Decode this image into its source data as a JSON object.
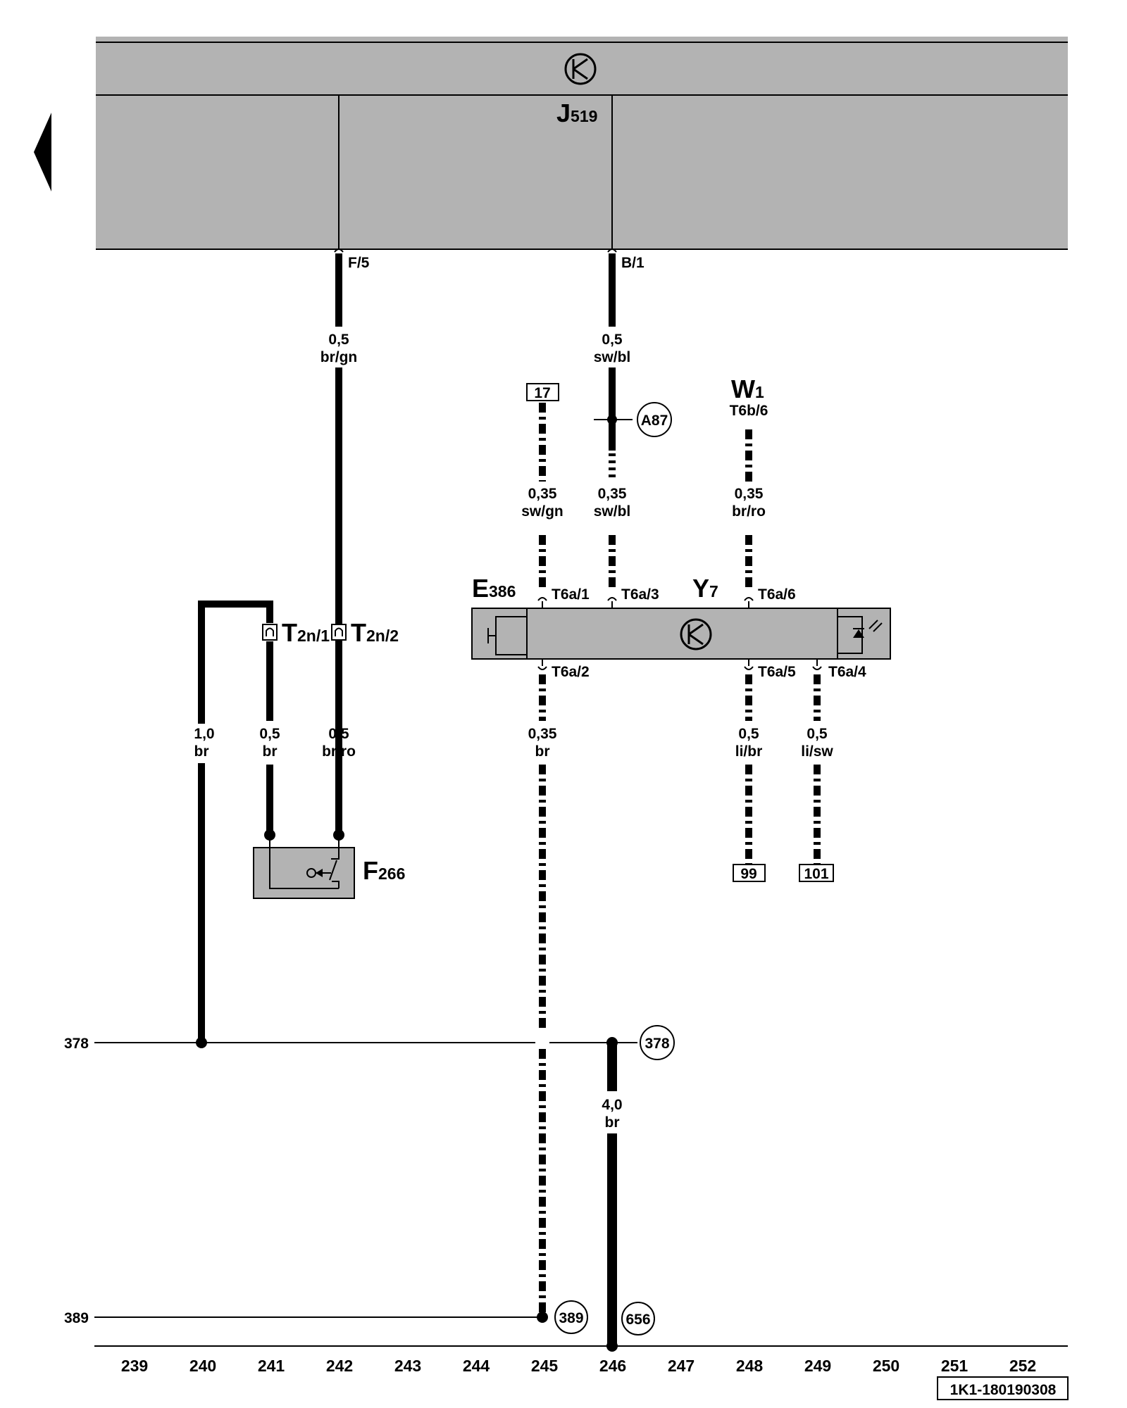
{
  "control_unit": {
    "name": "J",
    "sub": "519",
    "pins": {
      "f5": "F/5",
      "b1": "B/1"
    }
  },
  "wires": {
    "w242_top": {
      "size": "0,5",
      "color": "br/gn"
    },
    "w246_top": {
      "size": "0,5",
      "color": "sw/bl"
    },
    "w245_mid": {
      "size": "0,35",
      "color": "sw/gn"
    },
    "w246_mid": {
      "size": "0,35",
      "color": "sw/bl"
    },
    "w248_mid": {
      "size": "0,35",
      "color": "br/ro"
    },
    "w240": {
      "size": "1,0",
      "color": "br"
    },
    "w241": {
      "size": "0,5",
      "color": "br"
    },
    "w242_low": {
      "size": "0,5",
      "color": "br/ro"
    },
    "w245_low": {
      "size": "0,35",
      "color": "br"
    },
    "w248_low": {
      "size": "0,5",
      "color": "li/br"
    },
    "w249_low": {
      "size": "0,5",
      "color": "li/sw"
    },
    "w246_ground": {
      "size": "4,0",
      "color": "br"
    }
  },
  "references": {
    "ref17": "17",
    "ref99": "99",
    "ref101": "101",
    "a87": "A87",
    "c378": "378",
    "c389": "389",
    "c656": "656"
  },
  "w1": {
    "name": "W",
    "sub": "1",
    "pin": "T6b/6"
  },
  "e386": {
    "name": "E",
    "sub": "386"
  },
  "y7": {
    "name": "Y",
    "sub": "7"
  },
  "f266": {
    "name": "F",
    "sub": "266"
  },
  "connectors": {
    "t2n1": {
      "name": "T",
      "sub": "2n/1"
    },
    "t2n2": {
      "name": "T",
      "sub": "2n/2"
    },
    "t6a1": "T6a/1",
    "t6a3": "T6a/3",
    "t6a6": "T6a/6",
    "t6a2": "T6a/2",
    "t6a5": "T6a/5",
    "t6a4": "T6a/4"
  },
  "ground_lines": {
    "l378": "378",
    "l389": "389"
  },
  "current_tracks": [
    "239",
    "240",
    "241",
    "242",
    "243",
    "244",
    "245",
    "246",
    "247",
    "248",
    "249",
    "250",
    "251",
    "252"
  ],
  "diagram_code": "1K1-180190308",
  "colors": {
    "housing_fill": "#b3b3b3",
    "wire": "#000000",
    "background": "#ffffff"
  }
}
